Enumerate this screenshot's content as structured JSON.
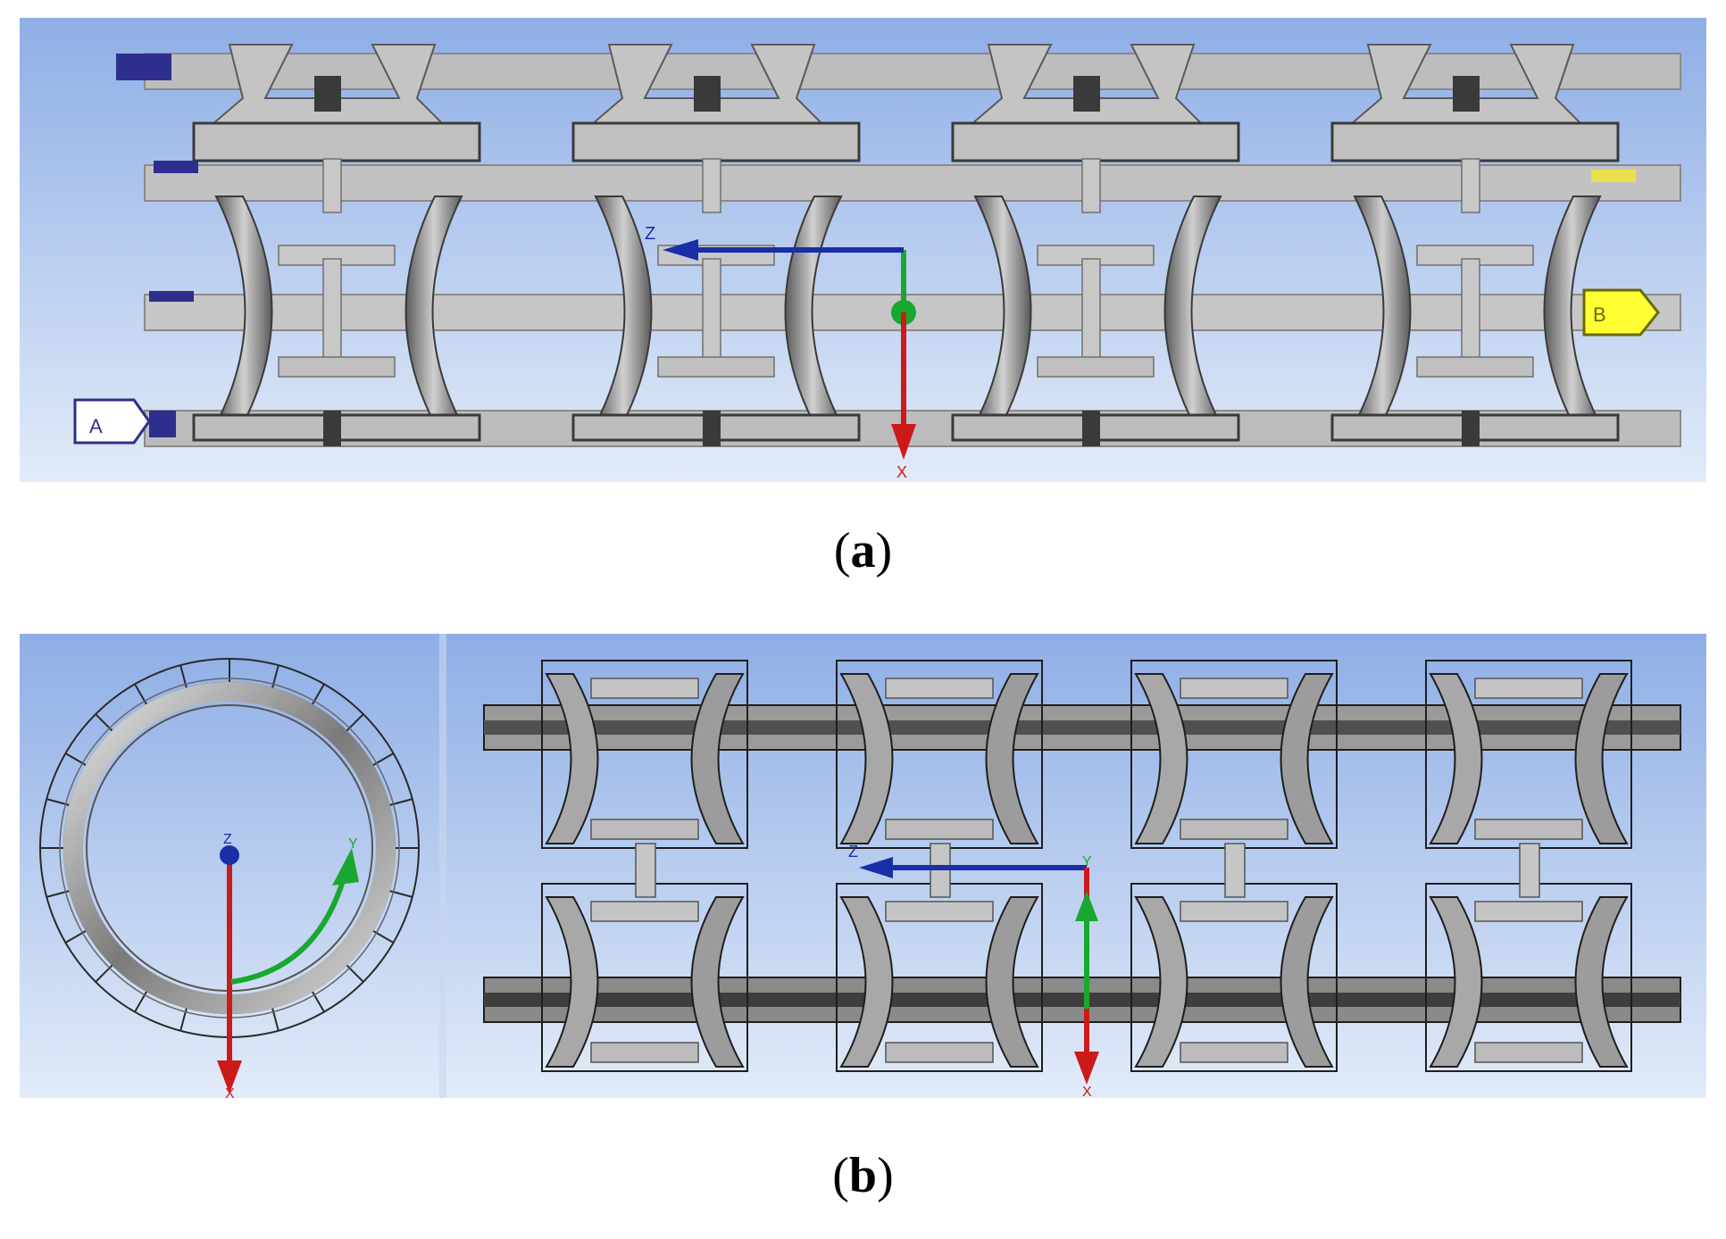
{
  "captions": {
    "a_open": "(",
    "a_letter": "a",
    "a_close": ")",
    "b_open": "(",
    "b_letter": "b",
    "b_close": ")"
  },
  "panel_a": {
    "axis_z_label": "Z",
    "axis_x_label": "X",
    "marker_a_label": "A",
    "marker_b_label": "B"
  },
  "panel_b": {
    "end_view_z_label": "Z",
    "end_view_y_label": "Y",
    "end_view_x_label": "X",
    "side_view_z_label": "Z",
    "side_view_y_label": "Y",
    "side_view_x_label": "X"
  },
  "colors": {
    "background_top": "#8eaee6",
    "background_bottom": "#e2ebf8",
    "strut_light": "#c8c8c8",
    "strut_dark": "#444444",
    "support_a": "#2e2e8c",
    "load_b": "#ffff33",
    "axis_z": "#1a2ea8",
    "axis_y": "#18a830",
    "axis_x": "#cc1a1a"
  }
}
